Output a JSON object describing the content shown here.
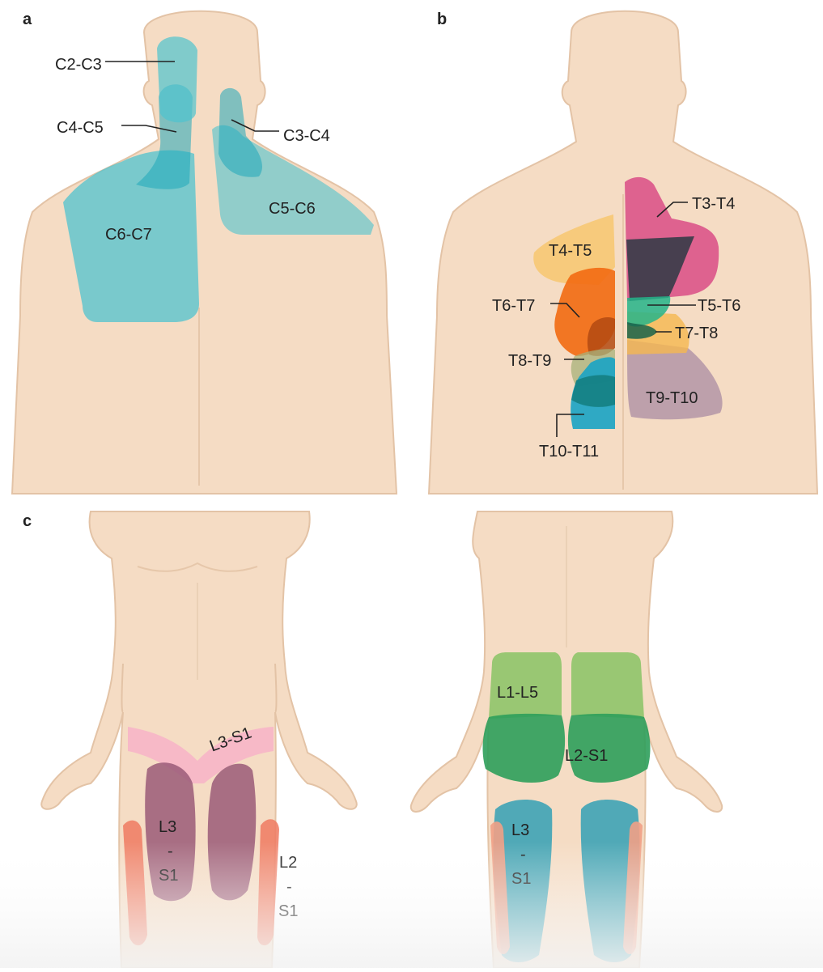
{
  "panels": {
    "a": {
      "letter": "a"
    },
    "b": {
      "letter": "b"
    },
    "c": {
      "letter": "c"
    }
  },
  "labels": {
    "c2_c3": "C2-C3",
    "c4_c5": "C4-C5",
    "c3_c4": "C3-C4",
    "c5_c6": "C5-C6",
    "c6_c7": "C6-C7",
    "t3_t4": "T3-T4",
    "t4_t5": "T4-T5",
    "t6_t7": "T6-T7",
    "t5_t6": "T5-T6",
    "t7_t8": "T7-T8",
    "t8_t9": "T8-T9",
    "t9_t10": "T9-T10",
    "t10_t11": "T10-T11",
    "front_l3_s1_groin": "L3-S1",
    "front_thigh": {
      "l1": "L3",
      "l2": "-",
      "l3": "S1"
    },
    "front_lateral": {
      "l1": "L2",
      "l2": "-",
      "l3": "S1"
    },
    "back_l1_l5": "L1-L5",
    "back_l2_s1": "L2-S1",
    "back_thigh": {
      "l1": "L3",
      "l2": "-",
      "l3": "S1"
    }
  },
  "colors": {
    "skin": "#f5dcc4",
    "skin_shade": "#e8c8ac",
    "cervical": "#4fc3cf",
    "t3_t4": "#d94c86",
    "t4_t5": "#f7c56a",
    "t6_t7": "#f26a12",
    "t5_t6": "#25b48a",
    "t7_t8": "#f5b850",
    "t8_t9": "#a7b27a",
    "t9_t10": "#a98ca3",
    "t10_t11": "#1aa3c4",
    "groin": "#f7b3c8",
    "thigh_front": "#9a5a78",
    "lateral": "#ee7a62",
    "buttock_upper": "#8fc46a",
    "buttock_lower": "#2e9e5b",
    "thigh_back": "#3ea3b6",
    "back_lateral": "#f1a086"
  }
}
